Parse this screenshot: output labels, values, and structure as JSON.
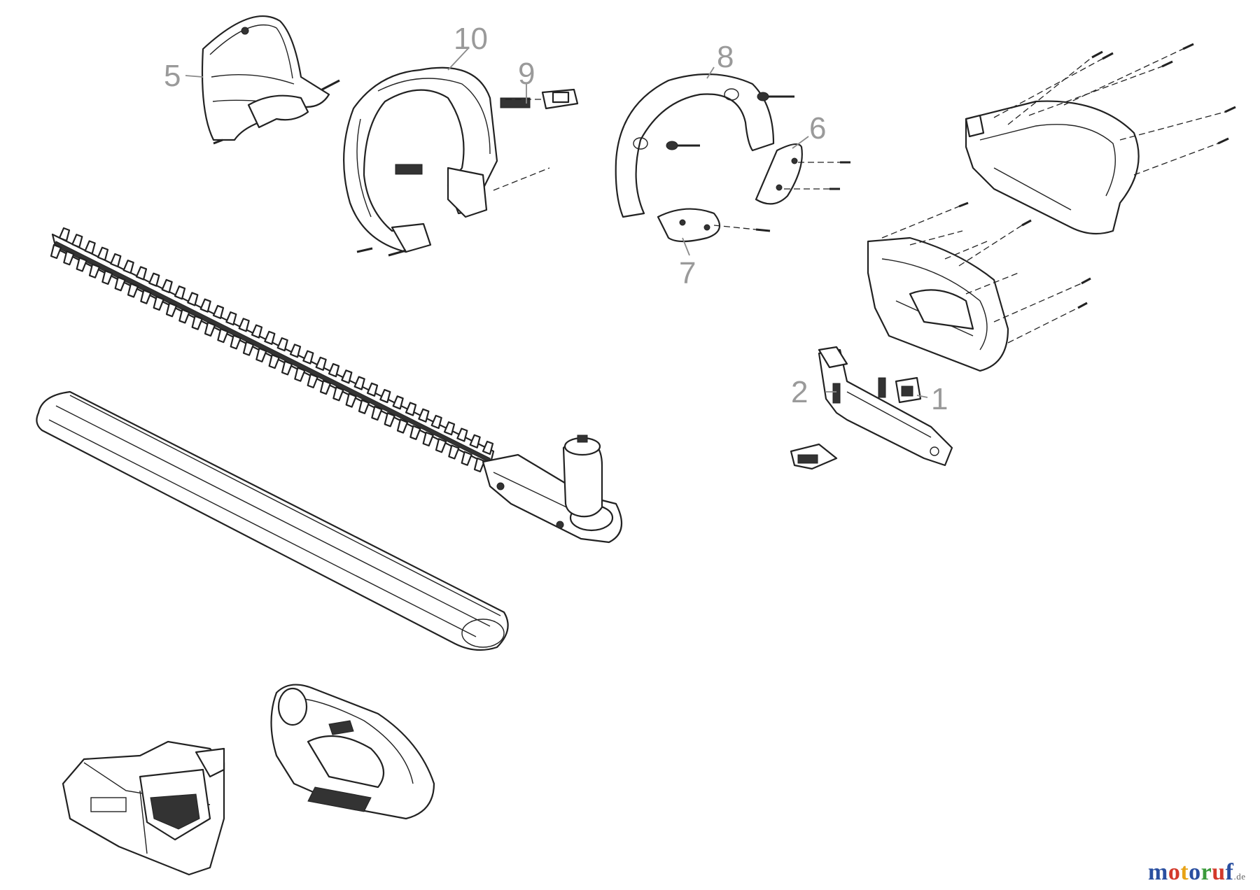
{
  "callouts": [
    {
      "id": "1",
      "label": "1"
    },
    {
      "id": "2",
      "label": "2"
    },
    {
      "id": "5",
      "label": "5"
    },
    {
      "id": "6",
      "label": "6"
    },
    {
      "id": "7",
      "label": "7"
    },
    {
      "id": "8",
      "label": "8"
    },
    {
      "id": "9",
      "label": "9"
    },
    {
      "id": "10",
      "label": "10"
    }
  ],
  "watermark": {
    "letters": [
      "m",
      "o",
      "t",
      "o",
      "r",
      "u",
      "f"
    ],
    "letter_colors": [
      "#2a4fa0",
      "#d33a2c",
      "#e8a317",
      "#2a4fa0",
      "#3a9a3a",
      "#d33a2c",
      "#2a4fa0"
    ],
    "suffix": ".de"
  }
}
